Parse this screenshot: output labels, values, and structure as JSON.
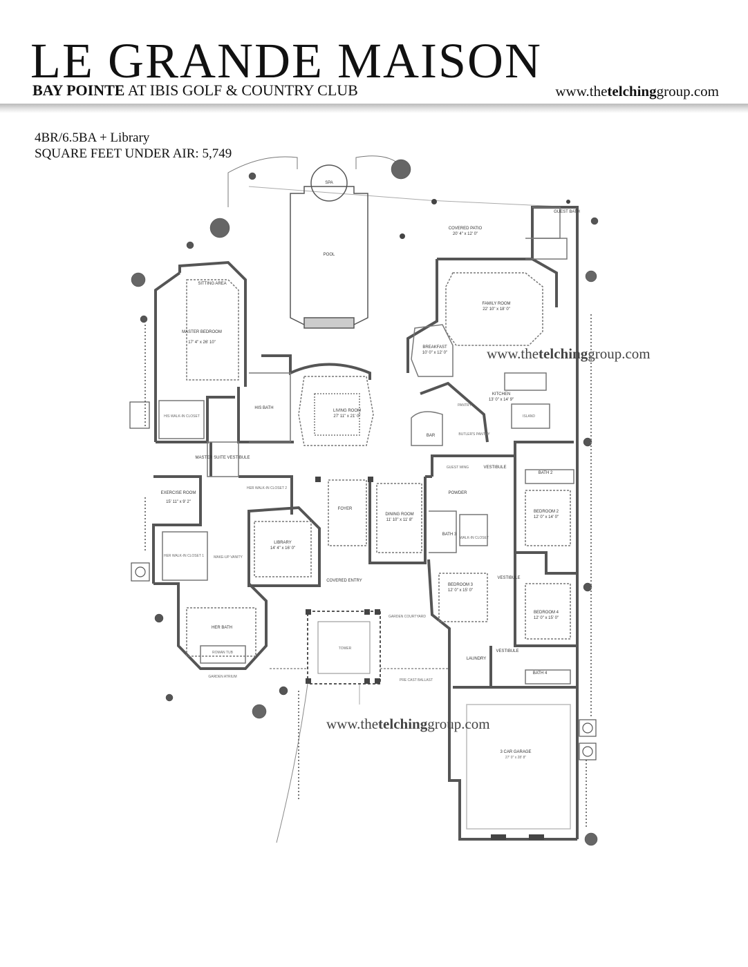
{
  "header": {
    "title": "LE GRANDE MAISON",
    "subtitle_bold": "BAY POINTE",
    "subtitle_rest": " AT IBIS GOLF & COUNTRY CLUB",
    "website_pre": "www.the",
    "website_bold": "telching",
    "website_post": "group.com"
  },
  "specs": {
    "bed_bath": "4BR/6.5BA + Library",
    "sqft": "SQUARE FEET UNDER AIR: 5,749"
  },
  "watermark": {
    "pre": "www.the",
    "bold": "telching",
    "post": "group.com"
  },
  "rooms": {
    "spa": "SPA",
    "pool": "POOL",
    "covered_patio": "COVERED PATIO",
    "covered_patio_dim": "20' 4\" x 12' 0\"",
    "guest_bath": "GUEST BATH",
    "sitting_area": "SITTING AREA",
    "master_bedroom": "MASTER BEDROOM",
    "master_bedroom_dim": "17' 4\" x 26' 10\"",
    "family_room": "FAMILY ROOM",
    "family_room_dim": "22' 10\" x 18' 0\"",
    "breakfast": "BREAKFAST",
    "breakfast_dim": "10' 0\" x 12' 0\"",
    "kitchen": "KITCHEN",
    "kitchen_dim": "13' 0\" x 14' 9\"",
    "his_walk_in": "HIS WALK-IN CLOSET",
    "his_bath": "HIS BATH",
    "living_room": "LIVING ROOM",
    "living_room_dim": "27' 11\" x 21' 0\"",
    "bar": "BAR",
    "pantry": "PANTRY",
    "butlers_pantry": "BUTLER'S PANTRY",
    "island": "ISLAND",
    "master_suite_vestibule": "MASTER SUITE VESTIBULE",
    "guest_wing": "GUEST WING",
    "vestibule": "VESTIBULE",
    "bath_2": "BATH 2",
    "exercise_room": "EXERCISE ROOM",
    "exercise_room_dim": "15' 11\" x 9' 2\"",
    "her_walk_in_2": "HER WALK-IN CLOSET 2",
    "foyer": "FOYER",
    "dining_room": "DINING ROOM",
    "dining_room_dim": "11' 10\" x 11' 8\"",
    "powder": "POWDER",
    "bedroom_2": "BEDROOM 2",
    "bedroom_2_dim": "12' 0\" x 14' 0\"",
    "her_walk_in_1": "HER WALK-IN CLOSET 1",
    "make_up_vanity": "MAKE-UP VANITY",
    "library": "LIBRARY",
    "library_dim": "14' 4\" x 16' 0\"",
    "bath_3": "BATH 3",
    "walk_in_closet": "WALK-IN CLOSET",
    "covered_entry": "COVERED ENTRY",
    "bedroom_3": "BEDROOM 3",
    "bedroom_3_dim": "12' 0\" x 15' 0\"",
    "bedroom_4": "BEDROOM 4",
    "bedroom_4_dim": "12' 0\" x 15' 0\"",
    "her_bath": "HER BATH",
    "roman_tub": "ROMAN TUB",
    "garden_courtyard": "GARDEN COURTYARD",
    "tower": "TOWER",
    "laundry": "LAUNDRY",
    "bath_4": "BATH 4",
    "garden_atrium": "GARDEN ATRIUM",
    "pre_cast_ballast": "PRE CAST BALLAST",
    "garage": "3 CAR GARAGE",
    "garage_dim": "27' 0\" x 28' 8\""
  }
}
